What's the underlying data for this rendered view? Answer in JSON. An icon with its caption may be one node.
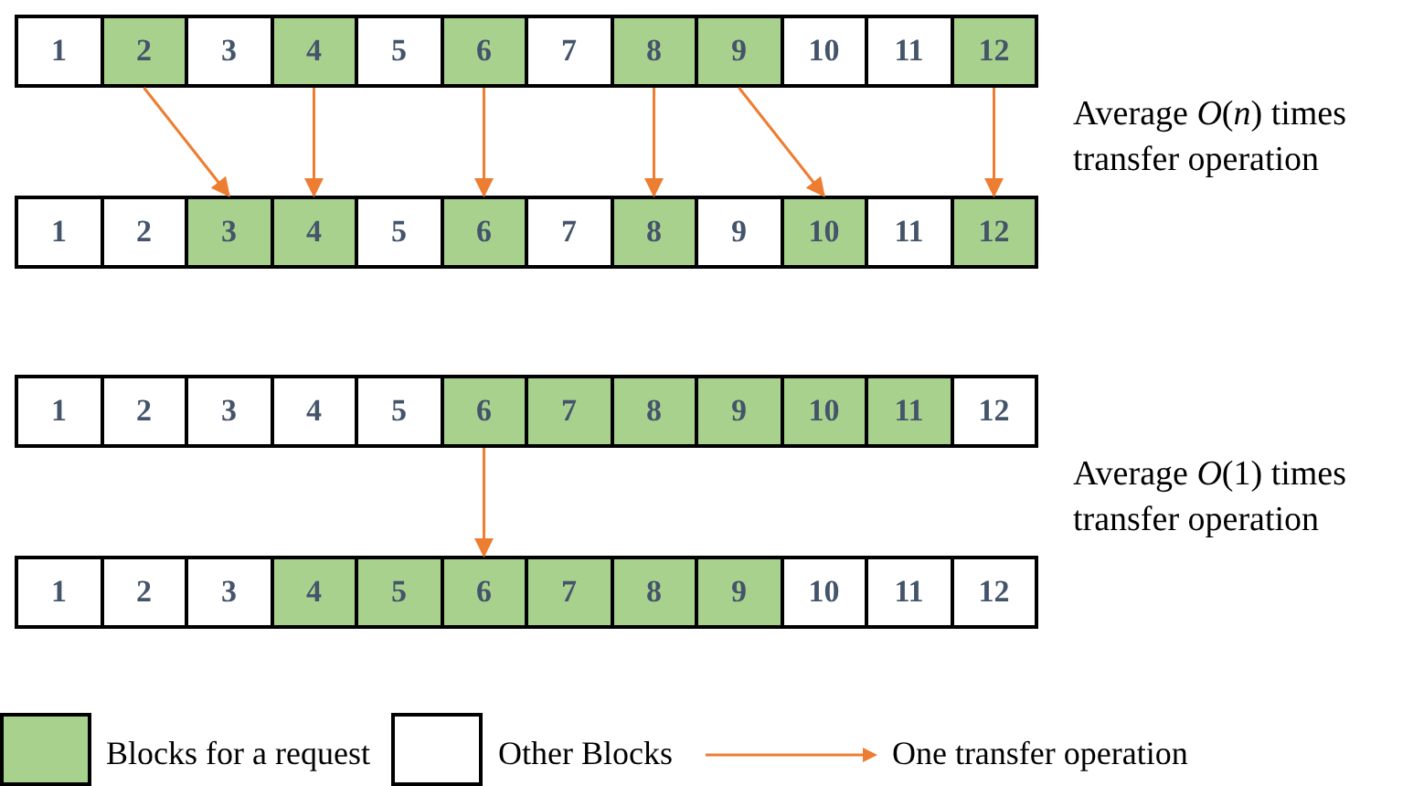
{
  "diagram": {
    "nodes": [
      {
        "text": [
          "1"
        ]
      },
      {
        "text": [
          "2"
        ]
      },
      {
        "text": [
          "3"
        ]
      },
      {
        "text": [
          "4"
        ]
      },
      {
        "text": [
          "5"
        ]
      },
      {
        "text": [
          "6"
        ]
      },
      {
        "text": [
          "7"
        ]
      },
      {
        "text": [
          "8"
        ]
      },
      {
        "text": [
          "9"
        ]
      },
      {
        "text": [
          "10"
        ]
      },
      {
        "text": [
          "11"
        ]
      },
      {
        "text": [
          "12"
        ]
      },
      {
        "text": [
          "1"
        ]
      },
      {
        "text": [
          "2"
        ]
      },
      {
        "text": [
          "3"
        ]
      },
      {
        "text": [
          "4"
        ]
      },
      {
        "text": [
          "5"
        ]
      },
      {
        "text": [
          "6"
        ]
      },
      {
        "text": [
          "7"
        ]
      },
      {
        "text": [
          "8"
        ]
      },
      {
        "text": [
          "9"
        ]
      },
      {
        "text": [
          "10"
        ]
      },
      {
        "text": [
          "11"
        ]
      },
      {
        "text": [
          "12"
        ]
      },
      {
        "text": [
          "1"
        ]
      },
      {
        "text": [
          "2"
        ]
      },
      {
        "text": [
          "3"
        ]
      },
      {
        "text": [
          "4"
        ]
      },
      {
        "text": [
          "5"
        ]
      },
      {
        "text": [
          "6"
        ]
      },
      {
        "text": [
          "7"
        ]
      },
      {
        "text": [
          "8"
        ]
      },
      {
        "text": [
          "9"
        ]
      },
      {
        "text": [
          "10"
        ]
      },
      {
        "text": [
          "11"
        ]
      },
      {
        "text": [
          "12"
        ]
      },
      {
        "text": [
          "1"
        ]
      },
      {
        "text": [
          "2"
        ]
      },
      {
        "text": [
          "3"
        ]
      },
      {
        "text": [
          "4"
        ]
      },
      {
        "text": [
          "5"
        ]
      },
      {
        "text": [
          "6"
        ]
      },
      {
        "text": [
          "7"
        ]
      },
      {
        "text": [
          "8"
        ]
      },
      {
        "text": [
          "9"
        ]
      },
      {
        "text": [
          "10"
        ]
      },
      {
        "text": [
          "11"
        ]
      },
      {
        "text": [
          "12"
        ]
      }
    ],
    "edges": [
      {
        "from": 1,
        "to": 14,
        "arrow": "to"
      },
      {
        "from": 3,
        "to": 15,
        "arrow": "to"
      },
      {
        "from": 5,
        "to": 17,
        "arrow": "to"
      },
      {
        "from": 7,
        "to": 19,
        "arrow": "to"
      },
      {
        "from": 8,
        "to": 21,
        "arrow": "to"
      },
      {
        "from": 11,
        "to": 23,
        "arrow": "to"
      },
      {
        "from": 29,
        "to": 41,
        "arrow": "to"
      }
    ],
    "labels": [
      "Average *O*(*n*) times transfer operation",
      "Average *O*(1) times transfer operation"
    ],
    "legend": [
      {
        "text": "Blocks for a request",
        "color": "#a9d18e"
      },
      {
        "text": "Other Blocks",
        "color": "#ffffff"
      },
      {
        "text": "One transfer operation"
      }
    ]
  }
}
